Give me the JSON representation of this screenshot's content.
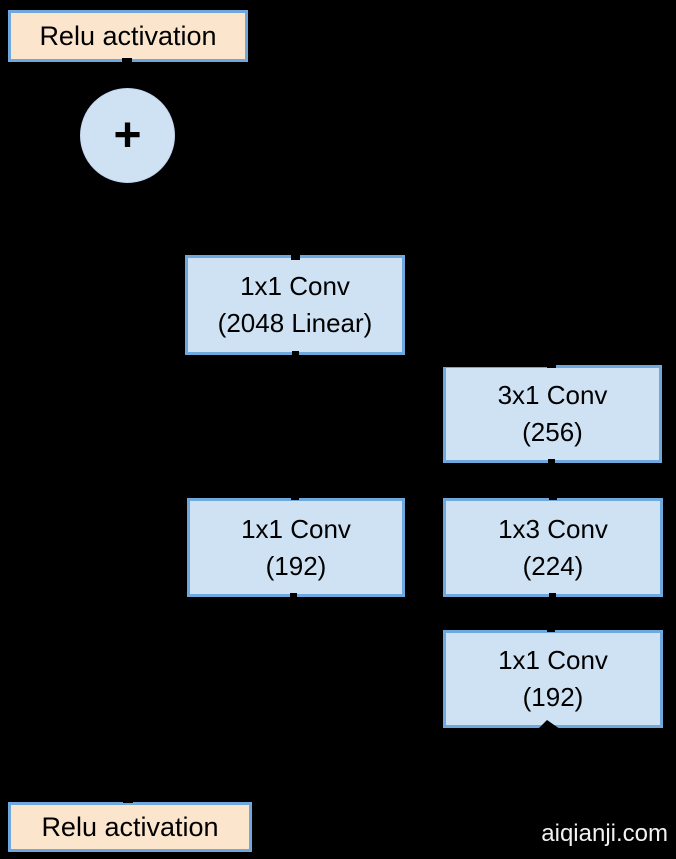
{
  "diagram": {
    "nodes": {
      "relu_top": {
        "label": "Relu activation"
      },
      "add": {
        "label": "+"
      },
      "conv_2048": {
        "line1": "1x1 Conv",
        "line2": "(2048 Linear)"
      },
      "conv_3x1": {
        "line1": "3x1 Conv",
        "line2": "(256)"
      },
      "conv_192_left": {
        "line1": "1x1 Conv",
        "line2": "(192)"
      },
      "conv_1x3": {
        "line1": "1x3 Conv",
        "line2": "(224)"
      },
      "conv_192_right": {
        "line1": "1x1 Conv",
        "line2": "(192)"
      },
      "relu_bottom": {
        "label": "Relu activation"
      }
    },
    "watermark": "aiqianji.com",
    "colors": {
      "background": "#000000",
      "conv_box_fill": "#cfe2f3",
      "relu_box_fill": "#fce5cd",
      "box_border": "#6fa8dc",
      "text": "#000000",
      "watermark_text": "#f1f1f1"
    }
  }
}
